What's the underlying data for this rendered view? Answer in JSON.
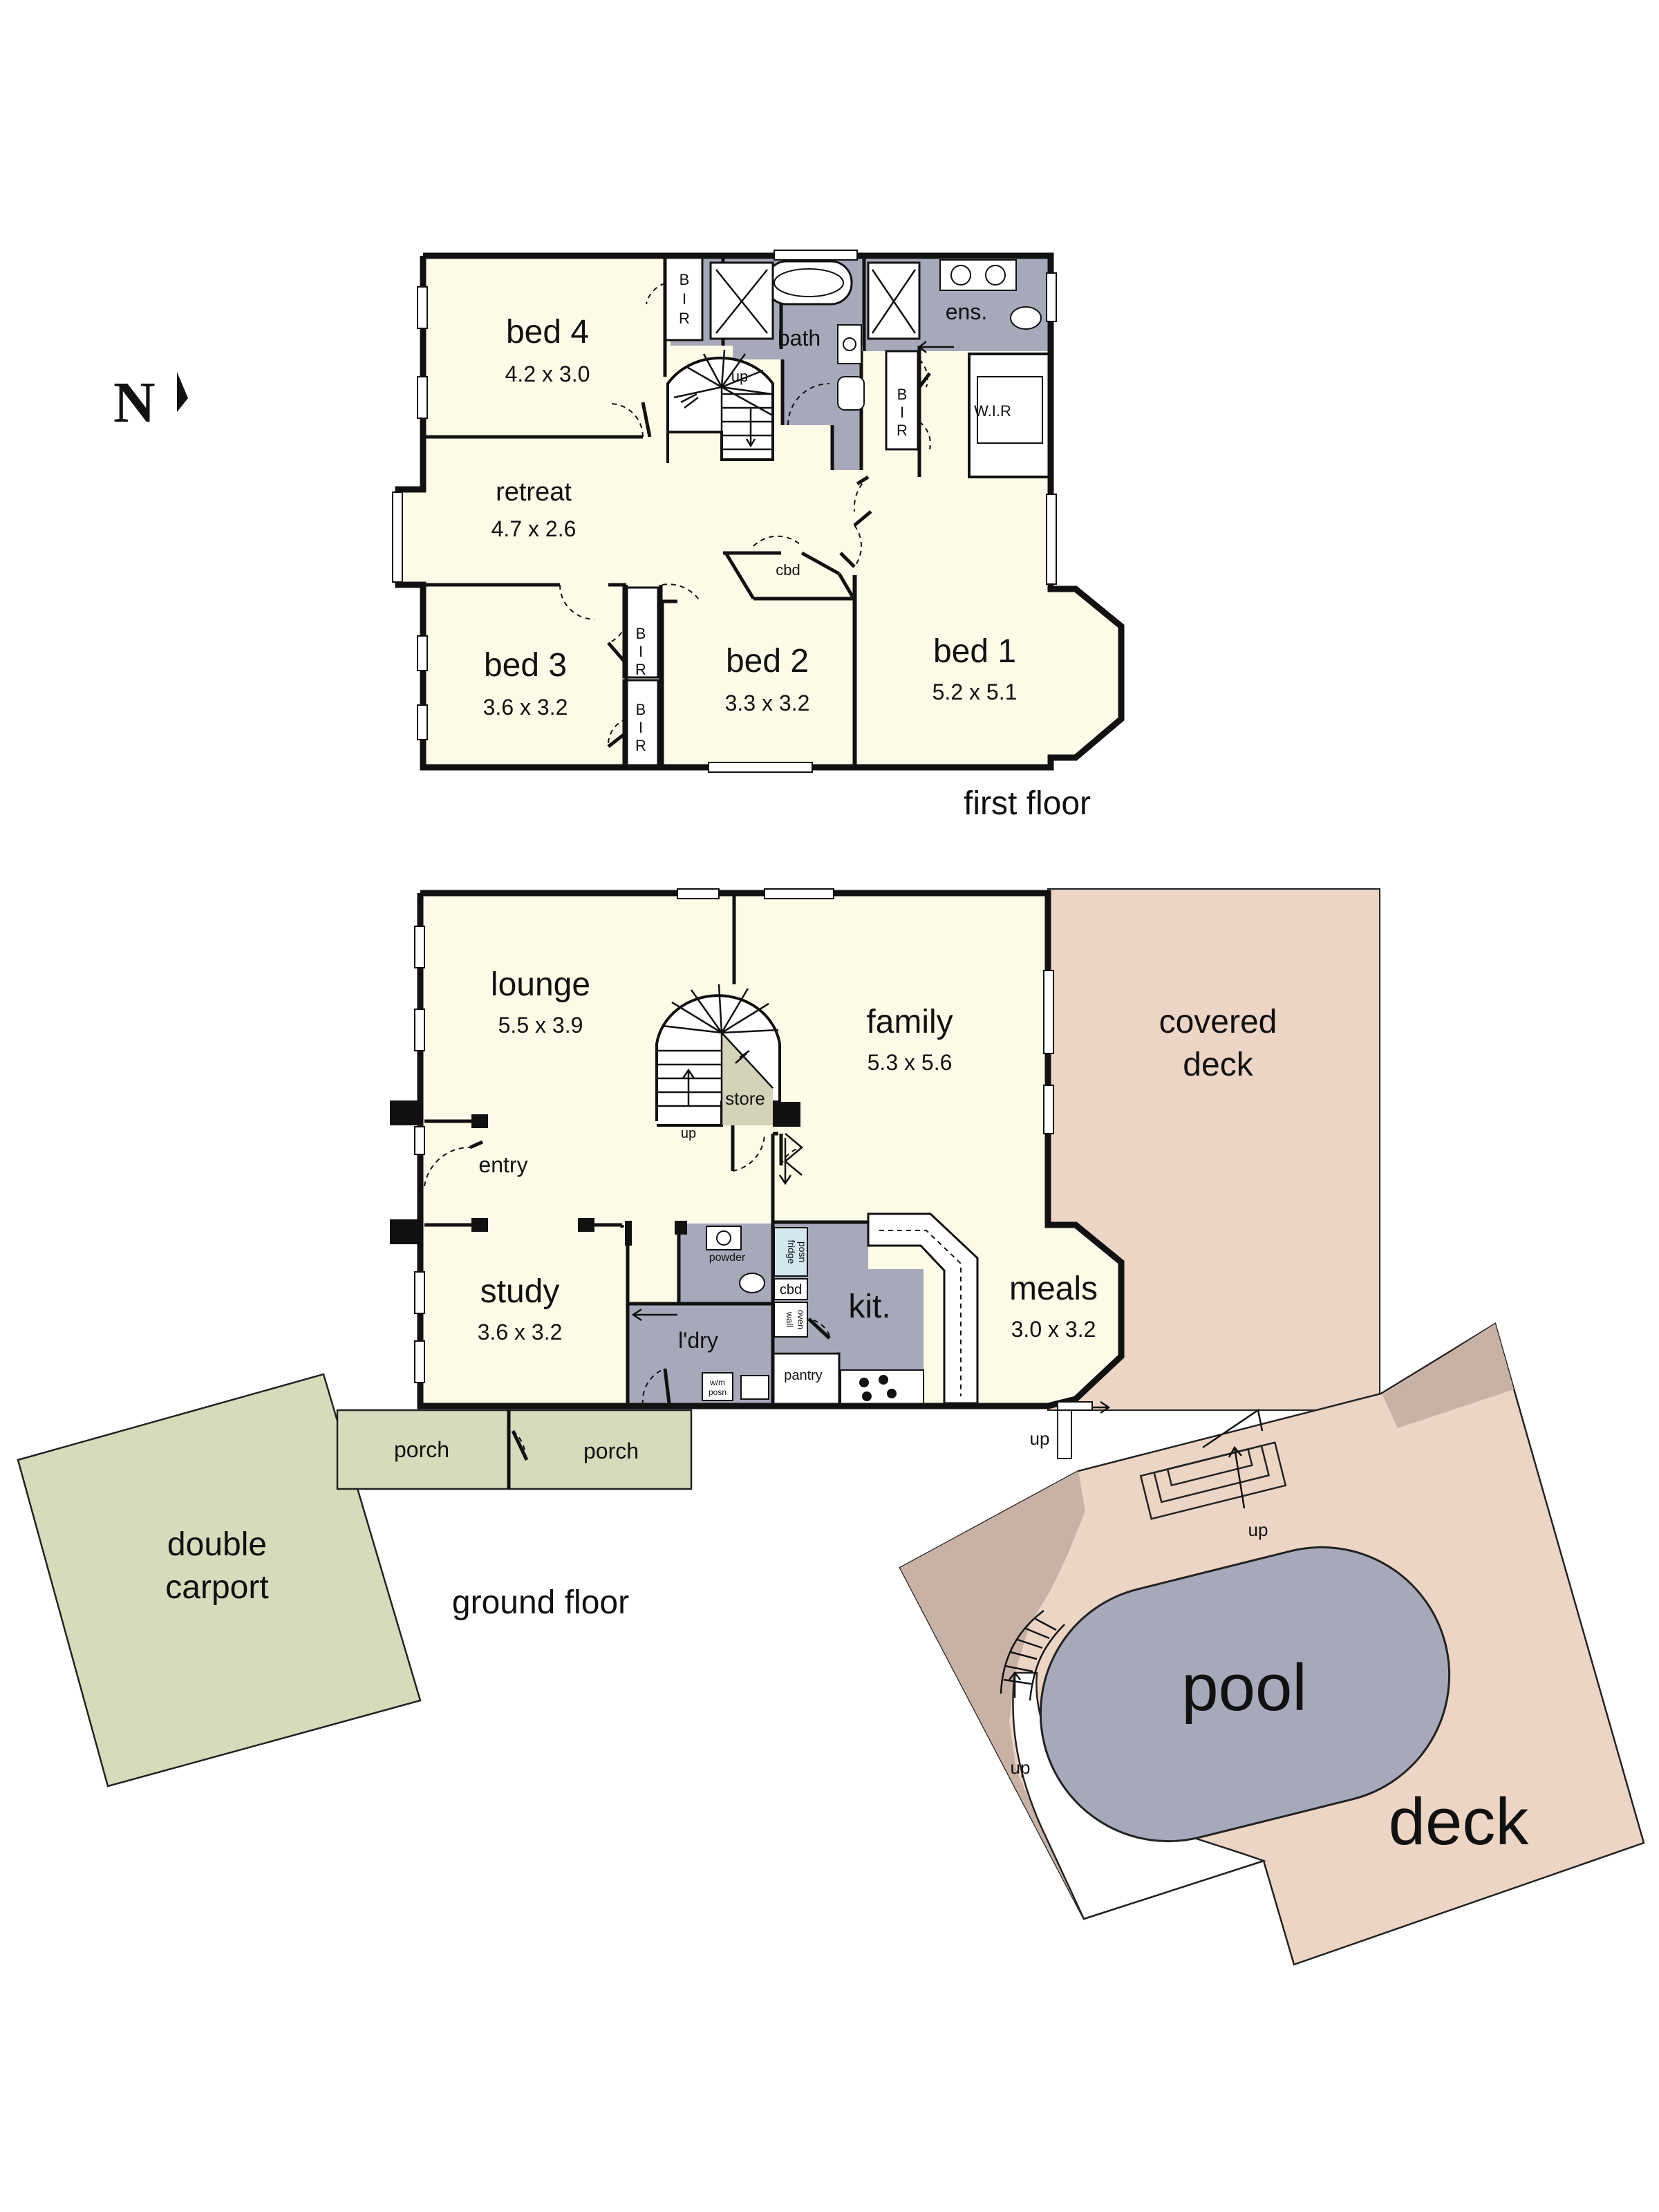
{
  "compass": {
    "label": "N"
  },
  "first_floor": {
    "caption": "first floor",
    "rooms": {
      "bed4": {
        "name": "bed 4",
        "size": "4.2 x 3.0"
      },
      "retreat": {
        "name": "retreat",
        "size": "4.7 x 2.6"
      },
      "bed3": {
        "name": "bed 3",
        "size": "3.6 x 3.2"
      },
      "bed2": {
        "name": "bed 2",
        "size": "3.3 x 3.2"
      },
      "bed1": {
        "name": "bed 1",
        "size": "5.2 x 5.1"
      },
      "bath": {
        "name": "bath"
      },
      "ens": {
        "name": "ens."
      },
      "wir": {
        "name": "W.I.R"
      },
      "cbd": {
        "name": "cbd"
      },
      "stair_up": {
        "name": "up"
      }
    },
    "bir_letters": [
      "B",
      "I",
      "R"
    ]
  },
  "ground_floor": {
    "caption": "ground floor",
    "rooms": {
      "lounge": {
        "name": "lounge",
        "size": "5.5 x 3.9"
      },
      "family": {
        "name": "family",
        "size": "5.3 x 5.6"
      },
      "study": {
        "name": "study",
        "size": "3.6 x 3.2"
      },
      "meals": {
        "name": "meals",
        "size": "3.0 x 3.2"
      },
      "kitchen": {
        "name": "kit."
      },
      "laundry": {
        "name": "l'dry"
      },
      "entry": {
        "name": "entry"
      },
      "store": {
        "name": "store"
      },
      "powder": {
        "name": "powder"
      },
      "pantry": {
        "name": "pantry"
      },
      "cbd": {
        "name": "cbd"
      },
      "fridge": {
        "line1": "fridge",
        "line2": "posn"
      },
      "wall_oven": {
        "line1": "wall",
        "line2": "oven"
      },
      "wm": {
        "line1": "w/m",
        "line2": "posn"
      },
      "stair_up": {
        "name": "up"
      }
    },
    "outdoor": {
      "covered_deck": {
        "line1": "covered",
        "line2": "deck"
      },
      "porch_left": {
        "name": "porch"
      },
      "porch_right": {
        "name": "porch"
      },
      "carport": {
        "line1": "double",
        "line2": "carport"
      },
      "pool": {
        "name": "pool"
      },
      "deck": {
        "name": "deck"
      },
      "up_meals": {
        "name": "up"
      },
      "up_steps": {
        "name": "up"
      },
      "up_pool": {
        "name": "up"
      }
    }
  },
  "colors": {
    "interior": "#fcfbe8",
    "wet_area": "#a7a9bb",
    "deck": "#edd5c5",
    "deck_dark": "#c8b1a5",
    "carport": "#d6dbbb",
    "store": "#d2d3b9",
    "pool": "#a7a9bb",
    "fridge": "#d2e7ee"
  }
}
